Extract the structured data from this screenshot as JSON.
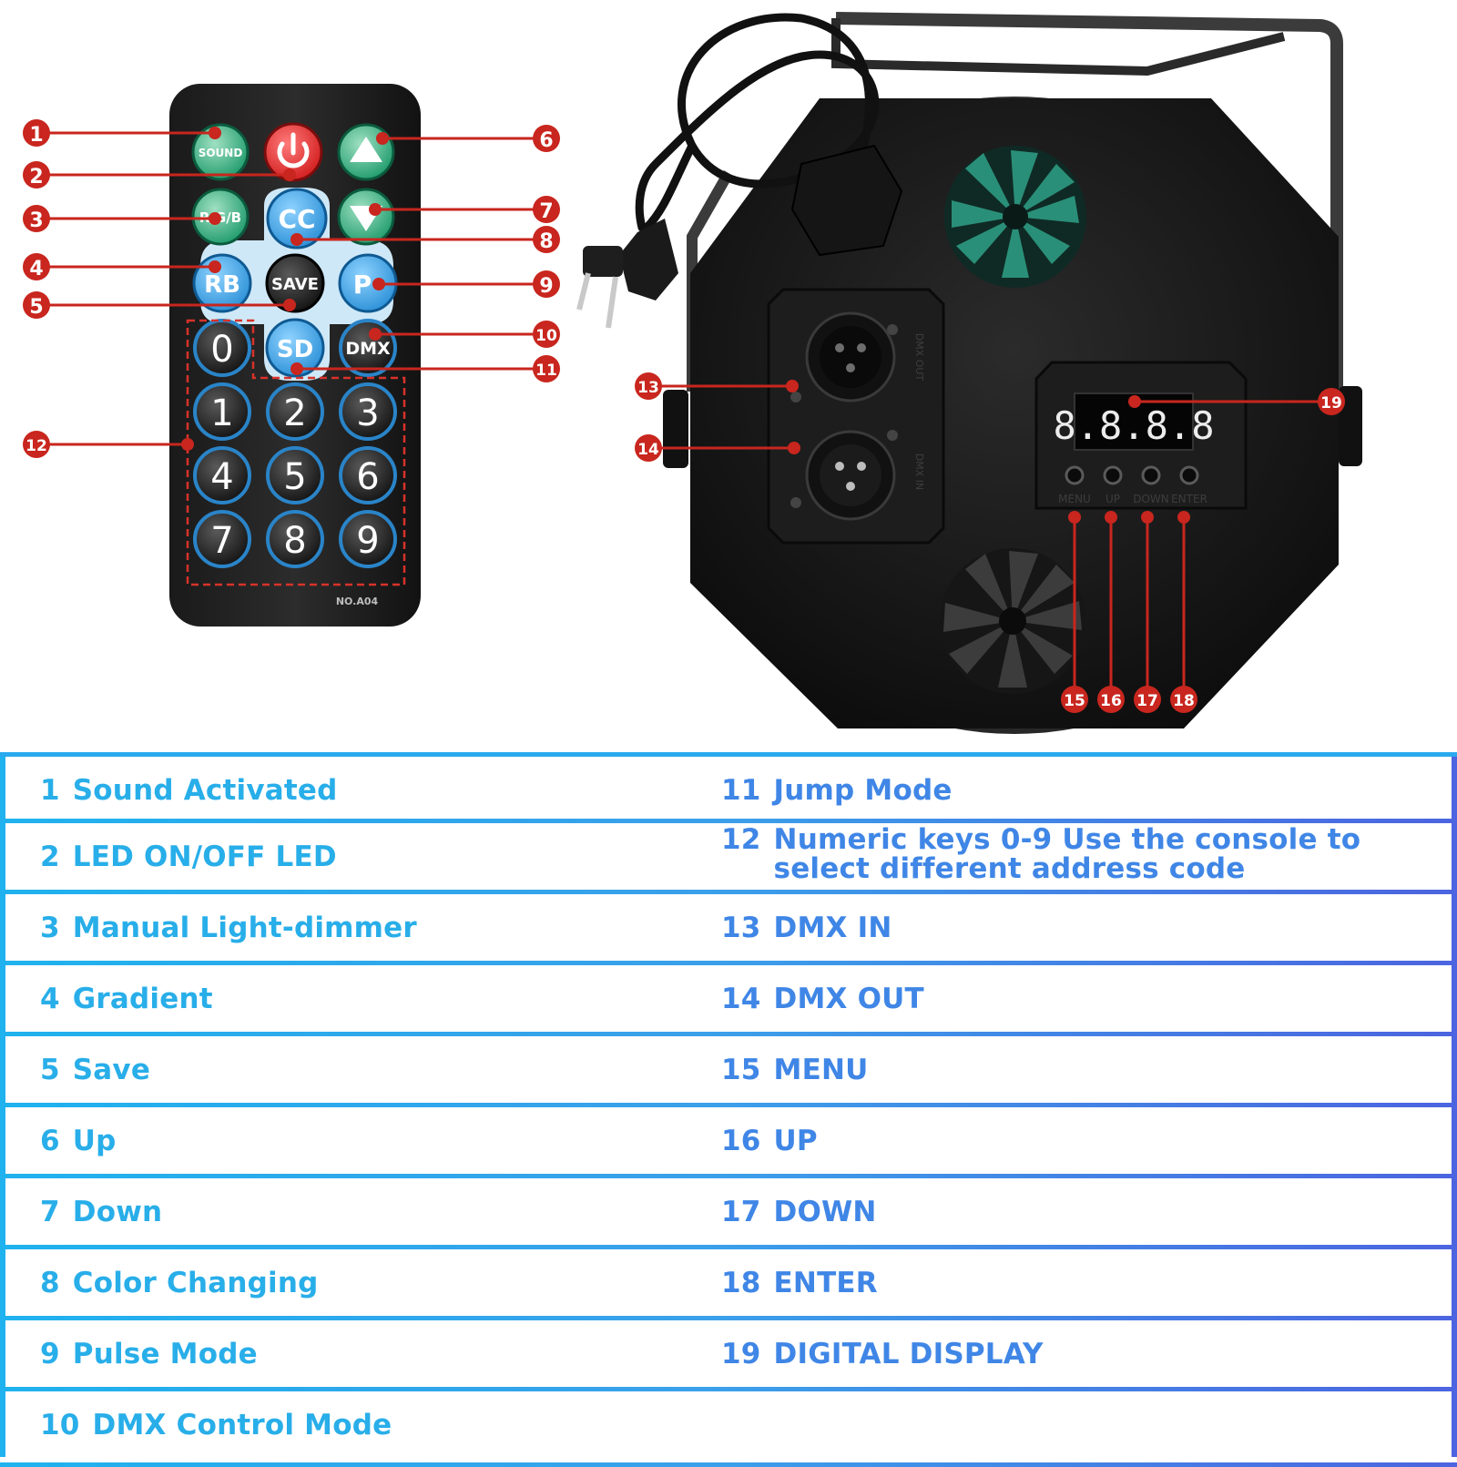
{
  "remote": {
    "model_label": "NO.A04",
    "buttons": {
      "sound": "SOUND",
      "rgb": "R/G/B",
      "cc": "CC",
      "rb": "RB",
      "save": "SAVE",
      "p": "P",
      "sd": "SD",
      "dmx": "DMX",
      "digits": [
        "0",
        "1",
        "2",
        "3",
        "4",
        "5",
        "6",
        "7",
        "8",
        "9"
      ]
    }
  },
  "device": {
    "display_value": "8.8.8.8",
    "button_labels": [
      "MENU",
      "UP",
      "DOWN",
      "ENTER"
    ],
    "port_labels": [
      "DMX OUT",
      "DMX IN"
    ]
  },
  "callouts": [
    "1",
    "2",
    "3",
    "4",
    "5",
    "6",
    "7",
    "8",
    "9",
    "10",
    "11",
    "12",
    "13",
    "14",
    "15",
    "16",
    "17",
    "18",
    "19"
  ],
  "legend": {
    "left": [
      {
        "num": "1",
        "label": "Sound Activated"
      },
      {
        "num": "2",
        "label": "LED ON/OFF LED"
      },
      {
        "num": "3",
        "label": "Manual Light-dimmer"
      },
      {
        "num": "4",
        "label": "Gradient"
      },
      {
        "num": "5",
        "label": "Save"
      },
      {
        "num": "6",
        "label": "Up"
      },
      {
        "num": "7",
        "label": "Down"
      },
      {
        "num": "8",
        "label": "Color Changing"
      },
      {
        "num": "9",
        "label": "Pulse Mode"
      },
      {
        "num": "10",
        "label": "DMX Control Mode"
      }
    ],
    "right": [
      {
        "num": "11",
        "label": "Jump Mode"
      },
      {
        "num": "12",
        "label": "Numeric keys 0-9 Use the console to",
        "label2": "select different address code"
      },
      {
        "num": "13",
        "label": "DMX IN"
      },
      {
        "num": "14",
        "label": "DMX OUT"
      },
      {
        "num": "15",
        "label": "MENU"
      },
      {
        "num": "16",
        "label": "UP"
      },
      {
        "num": "17",
        "label": "DOWN"
      },
      {
        "num": "18",
        "label": "ENTER"
      },
      {
        "num": "19",
        "label": "DIGITAL DISPLAY"
      }
    ]
  },
  "colors": {
    "callout_red": "#c8261e",
    "legend_left_text": "#28aee9",
    "legend_right_text": "#3f86e6",
    "border_start": "#1fb2ee",
    "border_end": "#4c64e0"
  }
}
